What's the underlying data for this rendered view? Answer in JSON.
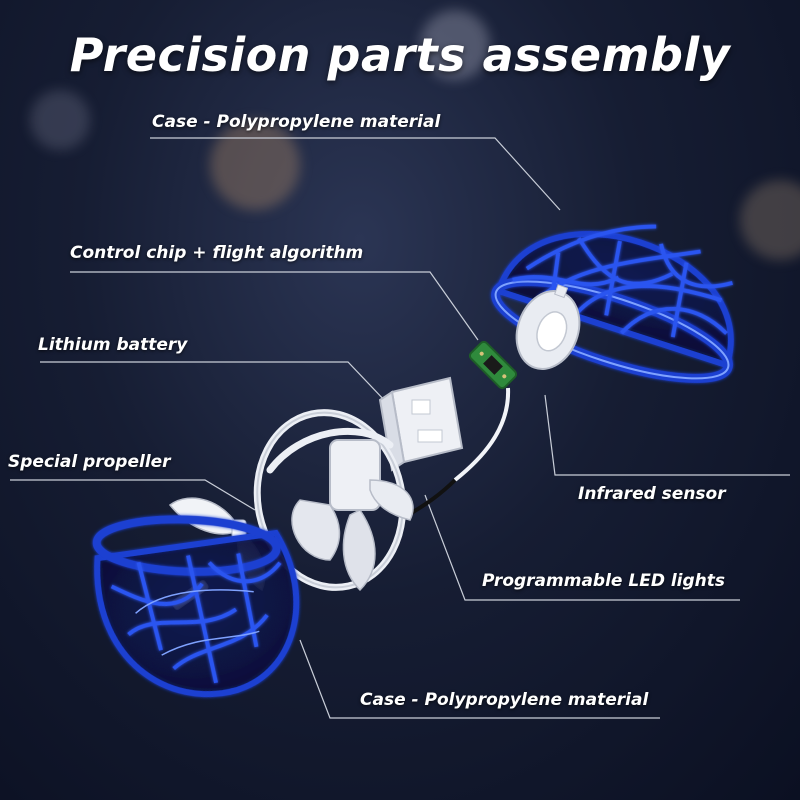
{
  "title": "Precision parts assembly",
  "labels": {
    "case_top": "Case - Polypropylene material",
    "control_chip": "Control chip + flight algorithm",
    "battery": "Lithium battery",
    "propeller": "Special propeller",
    "infrared": "Infrared sensor",
    "led": "Programmable LED lights",
    "case_bottom": "Case - Polypropylene material"
  },
  "colors": {
    "shell_blue": "#1c3fd1",
    "shell_glow": "#7fa2ff",
    "plastic_white": "#e9ecf2",
    "pcb_green": "#2f8a3c",
    "leader_line": "#c9ced8"
  }
}
